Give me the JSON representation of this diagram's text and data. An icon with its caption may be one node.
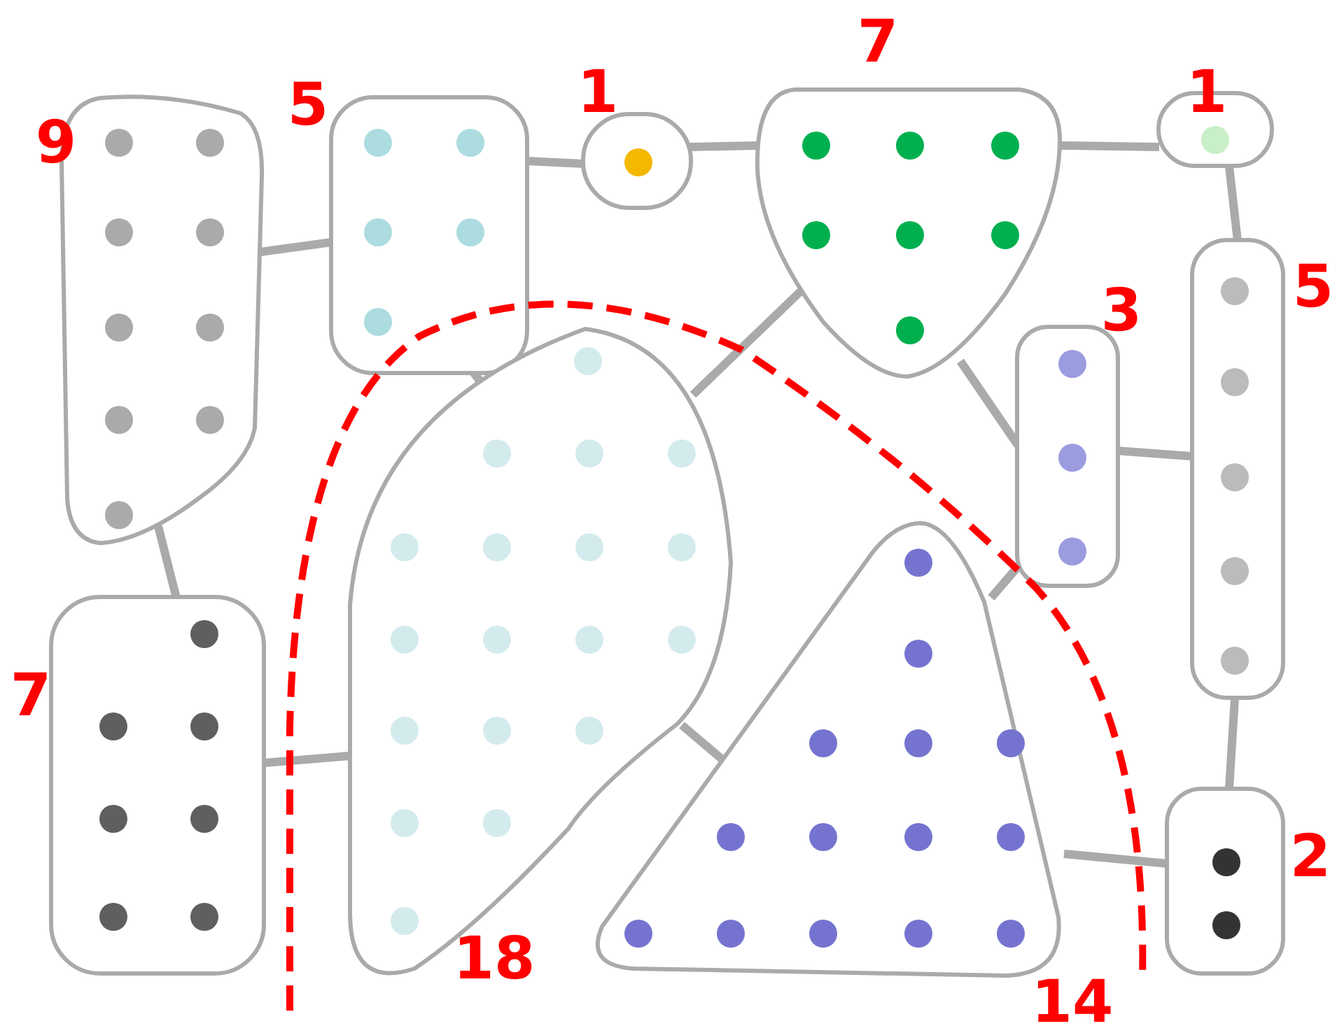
{
  "diagram": {
    "nodes": [
      {
        "text": [],
        "shape": "blob",
        "beside": [
          "9"
        ]
      },
      {
        "text": [],
        "shape": "box",
        "beside": [
          "5"
        ]
      },
      {
        "text": [],
        "shape": "box",
        "beside": [
          "1"
        ]
      },
      {
        "text": [],
        "shape": "blob",
        "beside": [
          "7"
        ]
      },
      {
        "text": [],
        "shape": "box",
        "beside": [
          "1"
        ]
      },
      {
        "text": [],
        "shape": "box",
        "beside": [
          "3"
        ]
      },
      {
        "text": [],
        "shape": "box",
        "beside": [
          "5"
        ]
      },
      {
        "text": [],
        "shape": "blob",
        "beside": [
          "18"
        ]
      },
      {
        "text": [],
        "shape": "box",
        "beside": [
          "7"
        ]
      },
      {
        "text": [],
        "shape": "triangle",
        "beside": [
          "14"
        ]
      },
      {
        "text": [],
        "shape": "box",
        "beside": [
          "2"
        ]
      }
    ],
    "edges": [
      {
        "from": 0,
        "to": 1,
        "arrow": "none"
      },
      {
        "from": 1,
        "to": 2,
        "arrow": "none"
      },
      {
        "from": 2,
        "to": 3,
        "arrow": "none"
      },
      {
        "from": 3,
        "to": 4,
        "arrow": "none"
      },
      {
        "from": 4,
        "to": 6,
        "arrow": "none"
      },
      {
        "from": 3,
        "to": 7,
        "arrow": "none"
      },
      {
        "from": 3,
        "to": 5,
        "arrow": "none"
      },
      {
        "from": 5,
        "to": 6,
        "arrow": "none"
      },
      {
        "from": 1,
        "to": 7,
        "arrow": "none"
      },
      {
        "from": 0,
        "to": 8,
        "arrow": "none"
      },
      {
        "from": 8,
        "to": 7,
        "arrow": "none"
      },
      {
        "from": 7,
        "to": 9,
        "arrow": "none"
      },
      {
        "from": 5,
        "to": 9,
        "arrow": "none"
      },
      {
        "from": 9,
        "to": 10,
        "arrow": "none"
      },
      {
        "from": 6,
        "to": 10,
        "arrow": "none"
      }
    ]
  }
}
